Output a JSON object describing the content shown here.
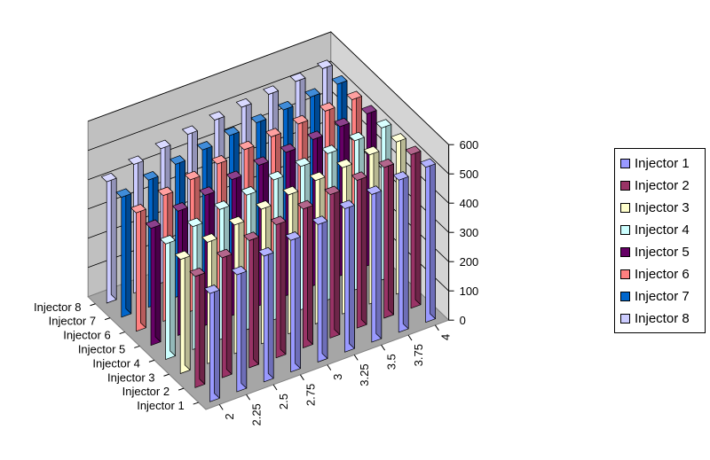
{
  "chart_data": {
    "type": "bar",
    "subtype": "3d-column",
    "title": "",
    "xlabel": "",
    "ylabel": "",
    "categories": [
      "2",
      "2.25",
      "2.5",
      "2.75",
      "3",
      "3.25",
      "3.5",
      "3.75",
      "4"
    ],
    "zlim": [
      0,
      600
    ],
    "z_ticks": [
      "0",
      "100",
      "200",
      "300",
      "400",
      "500",
      "600"
    ],
    "grid": true,
    "legend_position": "right",
    "series": [
      {
        "name": "Injector 1",
        "color": "#9999FF",
        "values": [
          370,
          400,
          430,
          450,
          470,
          490,
          505,
          520,
          530
        ]
      },
      {
        "name": "Injector 2",
        "color": "#993366",
        "values": [
          380,
          410,
          435,
          455,
          475,
          490,
          505,
          515,
          525
        ]
      },
      {
        "name": "Injector 3",
        "color": "#FFFFCC",
        "values": [
          390,
          415,
          440,
          460,
          475,
          490,
          500,
          510,
          520
        ]
      },
      {
        "name": "Injector 4",
        "color": "#CCFFFF",
        "values": [
          395,
          420,
          445,
          460,
          478,
          490,
          500,
          510,
          520
        ]
      },
      {
        "name": "Injector 5",
        "color": "#660066",
        "values": [
          400,
          425,
          445,
          465,
          480,
          490,
          500,
          510,
          520
        ]
      },
      {
        "name": "Injector 6",
        "color": "#FF8080",
        "values": [
          405,
          430,
          450,
          470,
          485,
          495,
          505,
          515,
          520
        ]
      },
      {
        "name": "Injector 7",
        "color": "#0066CC",
        "values": [
          410,
          435,
          455,
          470,
          485,
          495,
          505,
          515,
          525
        ]
      },
      {
        "name": "Injector 8",
        "color": "#CCCCFF",
        "values": [
          415,
          440,
          460,
          475,
          490,
          500,
          510,
          520,
          530
        ]
      }
    ]
  }
}
